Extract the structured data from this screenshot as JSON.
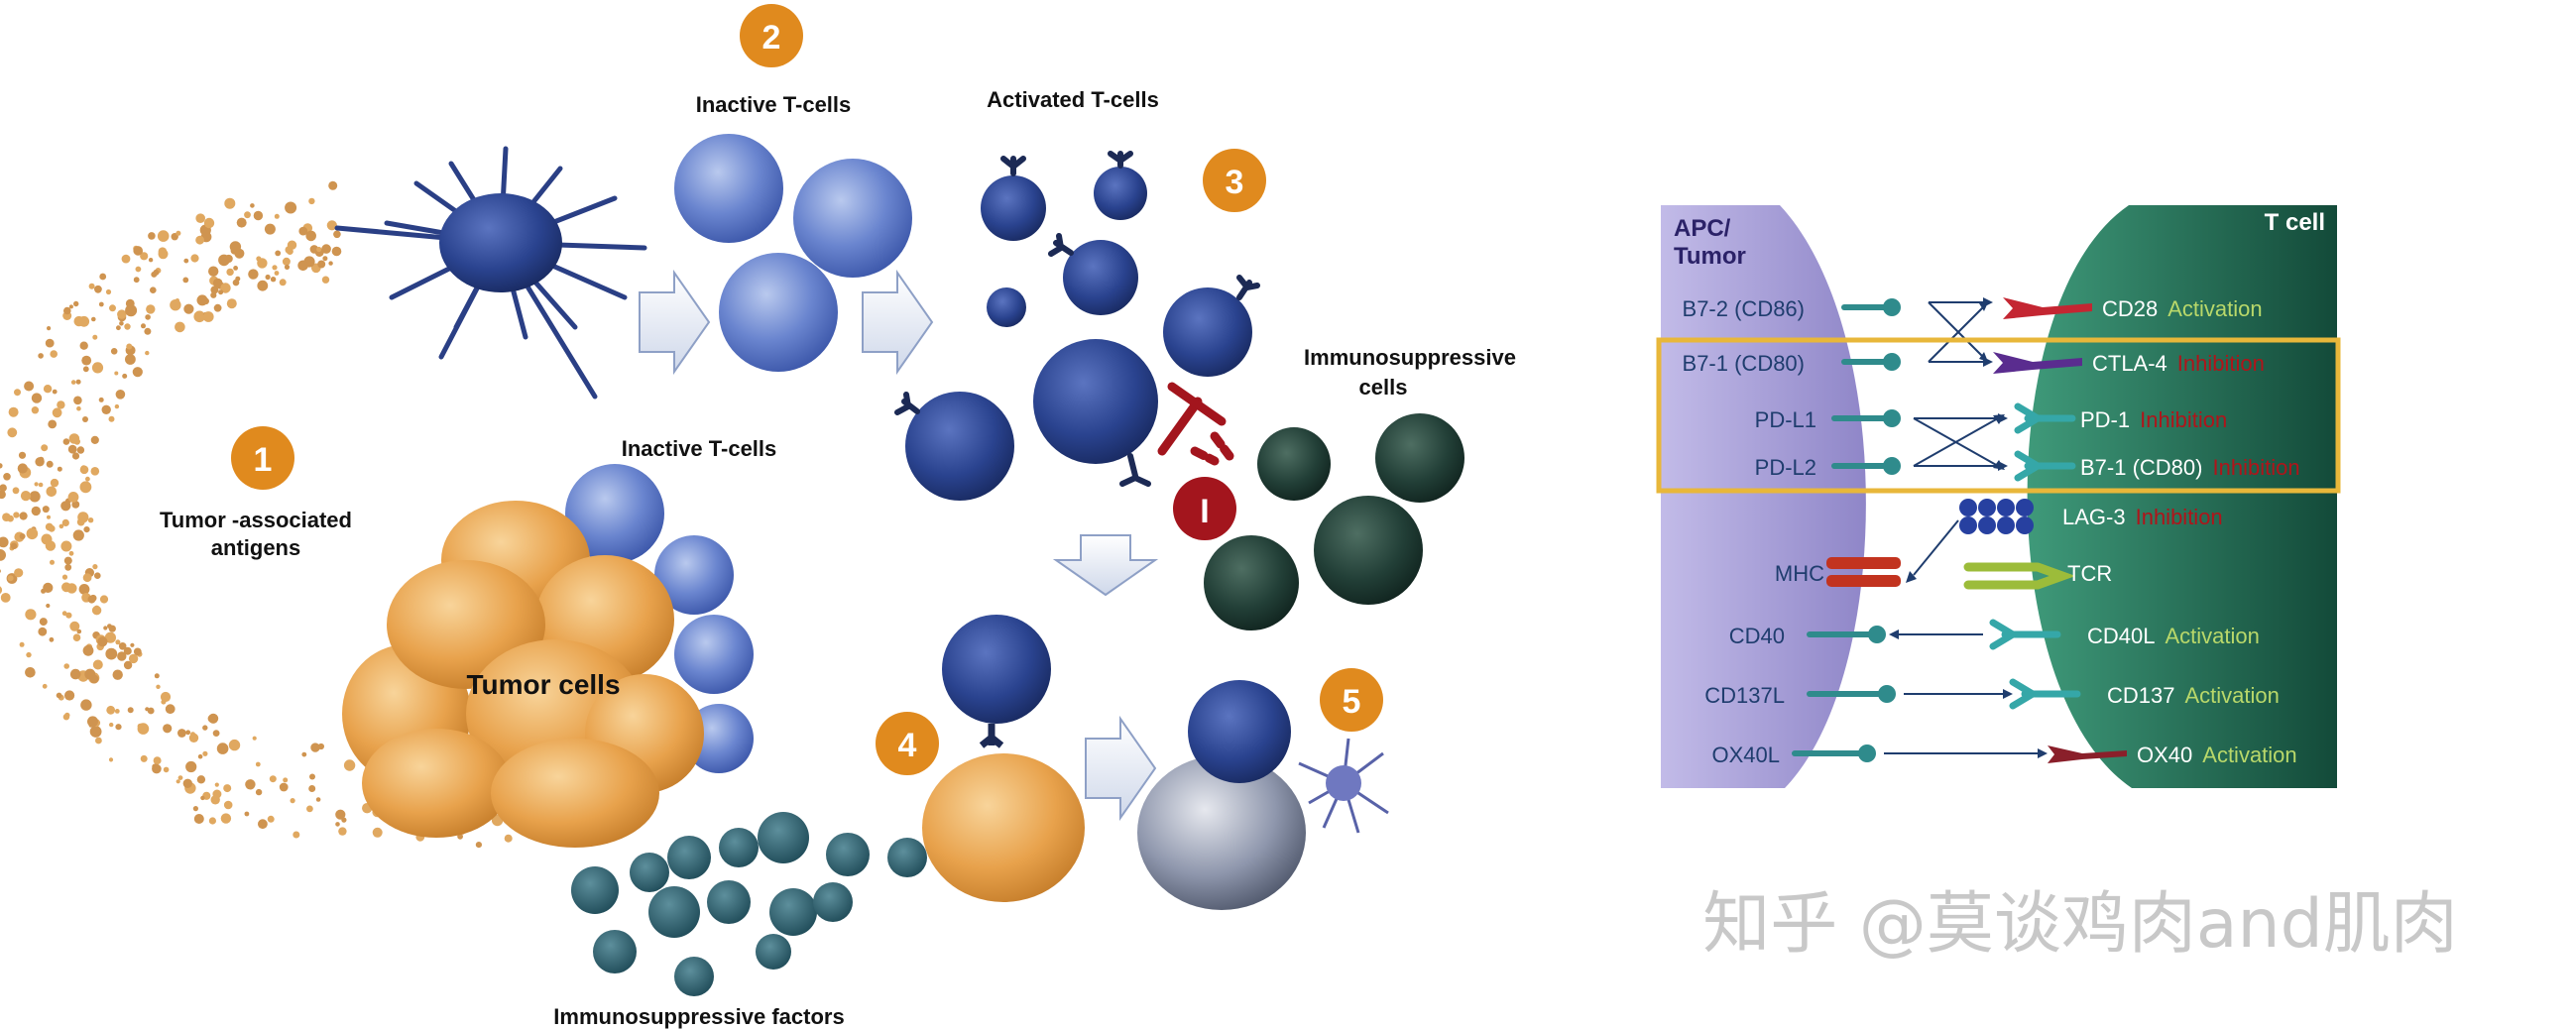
{
  "left_panel": {
    "steps": [
      "1",
      "2",
      "3",
      "4",
      "5"
    ],
    "inhibit_badge": "I",
    "labels": {
      "tumor_antigens_1": "Tumor -associated",
      "tumor_antigens_2": "antigens",
      "inactive_top": "Inactive T-cells",
      "activated": "Activated T-cells",
      "inactive_mid": "Inactive T-cells",
      "immuno_cells_1": "Immunosuppressive",
      "immuno_cells_2": "cells",
      "tumor_cells": "Tumor cells",
      "immuno_factors": "Immunosuppressive factors"
    },
    "colors": {
      "badge_orange": "#e08a1e",
      "badge_red": "#a3151d",
      "tcell_blue": "#2f4f9e",
      "tumor_orange": "#e6a04a",
      "suppressive_green": "#1e3b34"
    }
  },
  "right_panel": {
    "apc_title_1": "APC/",
    "apc_title_2": "Tumor",
    "tcell_title": "T cell",
    "rows": [
      {
        "ligand": "B7-2 (CD86)",
        "receptor": "CD28",
        "effect": "Activation",
        "kind": "act"
      },
      {
        "ligand": "B7-1 (CD80)",
        "receptor": "CTLA-4",
        "effect": "Inhibition",
        "kind": "inh"
      },
      {
        "ligand": "PD-L1",
        "receptor": "PD-1",
        "effect": "Inhibition",
        "kind": "inh"
      },
      {
        "ligand": "PD-L2",
        "receptor": "B7-1 (CD80)",
        "effect": "Inhibition",
        "kind": "inh"
      },
      {
        "ligand": "",
        "receptor": "LAG-3",
        "effect": "Inhibition",
        "kind": "inh"
      },
      {
        "ligand": "MHC",
        "receptor": "TCR",
        "effect": "",
        "kind": "none"
      },
      {
        "ligand": "CD40",
        "receptor": "CD40L",
        "effect": "Activation",
        "kind": "act"
      },
      {
        "ligand": "CD137L",
        "receptor": "CD137",
        "effect": "Activation",
        "kind": "act"
      },
      {
        "ligand": "OX40L",
        "receptor": "OX40",
        "effect": "Activation",
        "kind": "act"
      }
    ],
    "colors": {
      "apc": "#9b93cf",
      "tcell": "#1f6a52",
      "highlight_box": "#e8b73a",
      "activation": "#b9d86a",
      "inhibition": "#b0141a"
    }
  },
  "watermark": "知乎 @莫谈鸡肉and肌肉"
}
